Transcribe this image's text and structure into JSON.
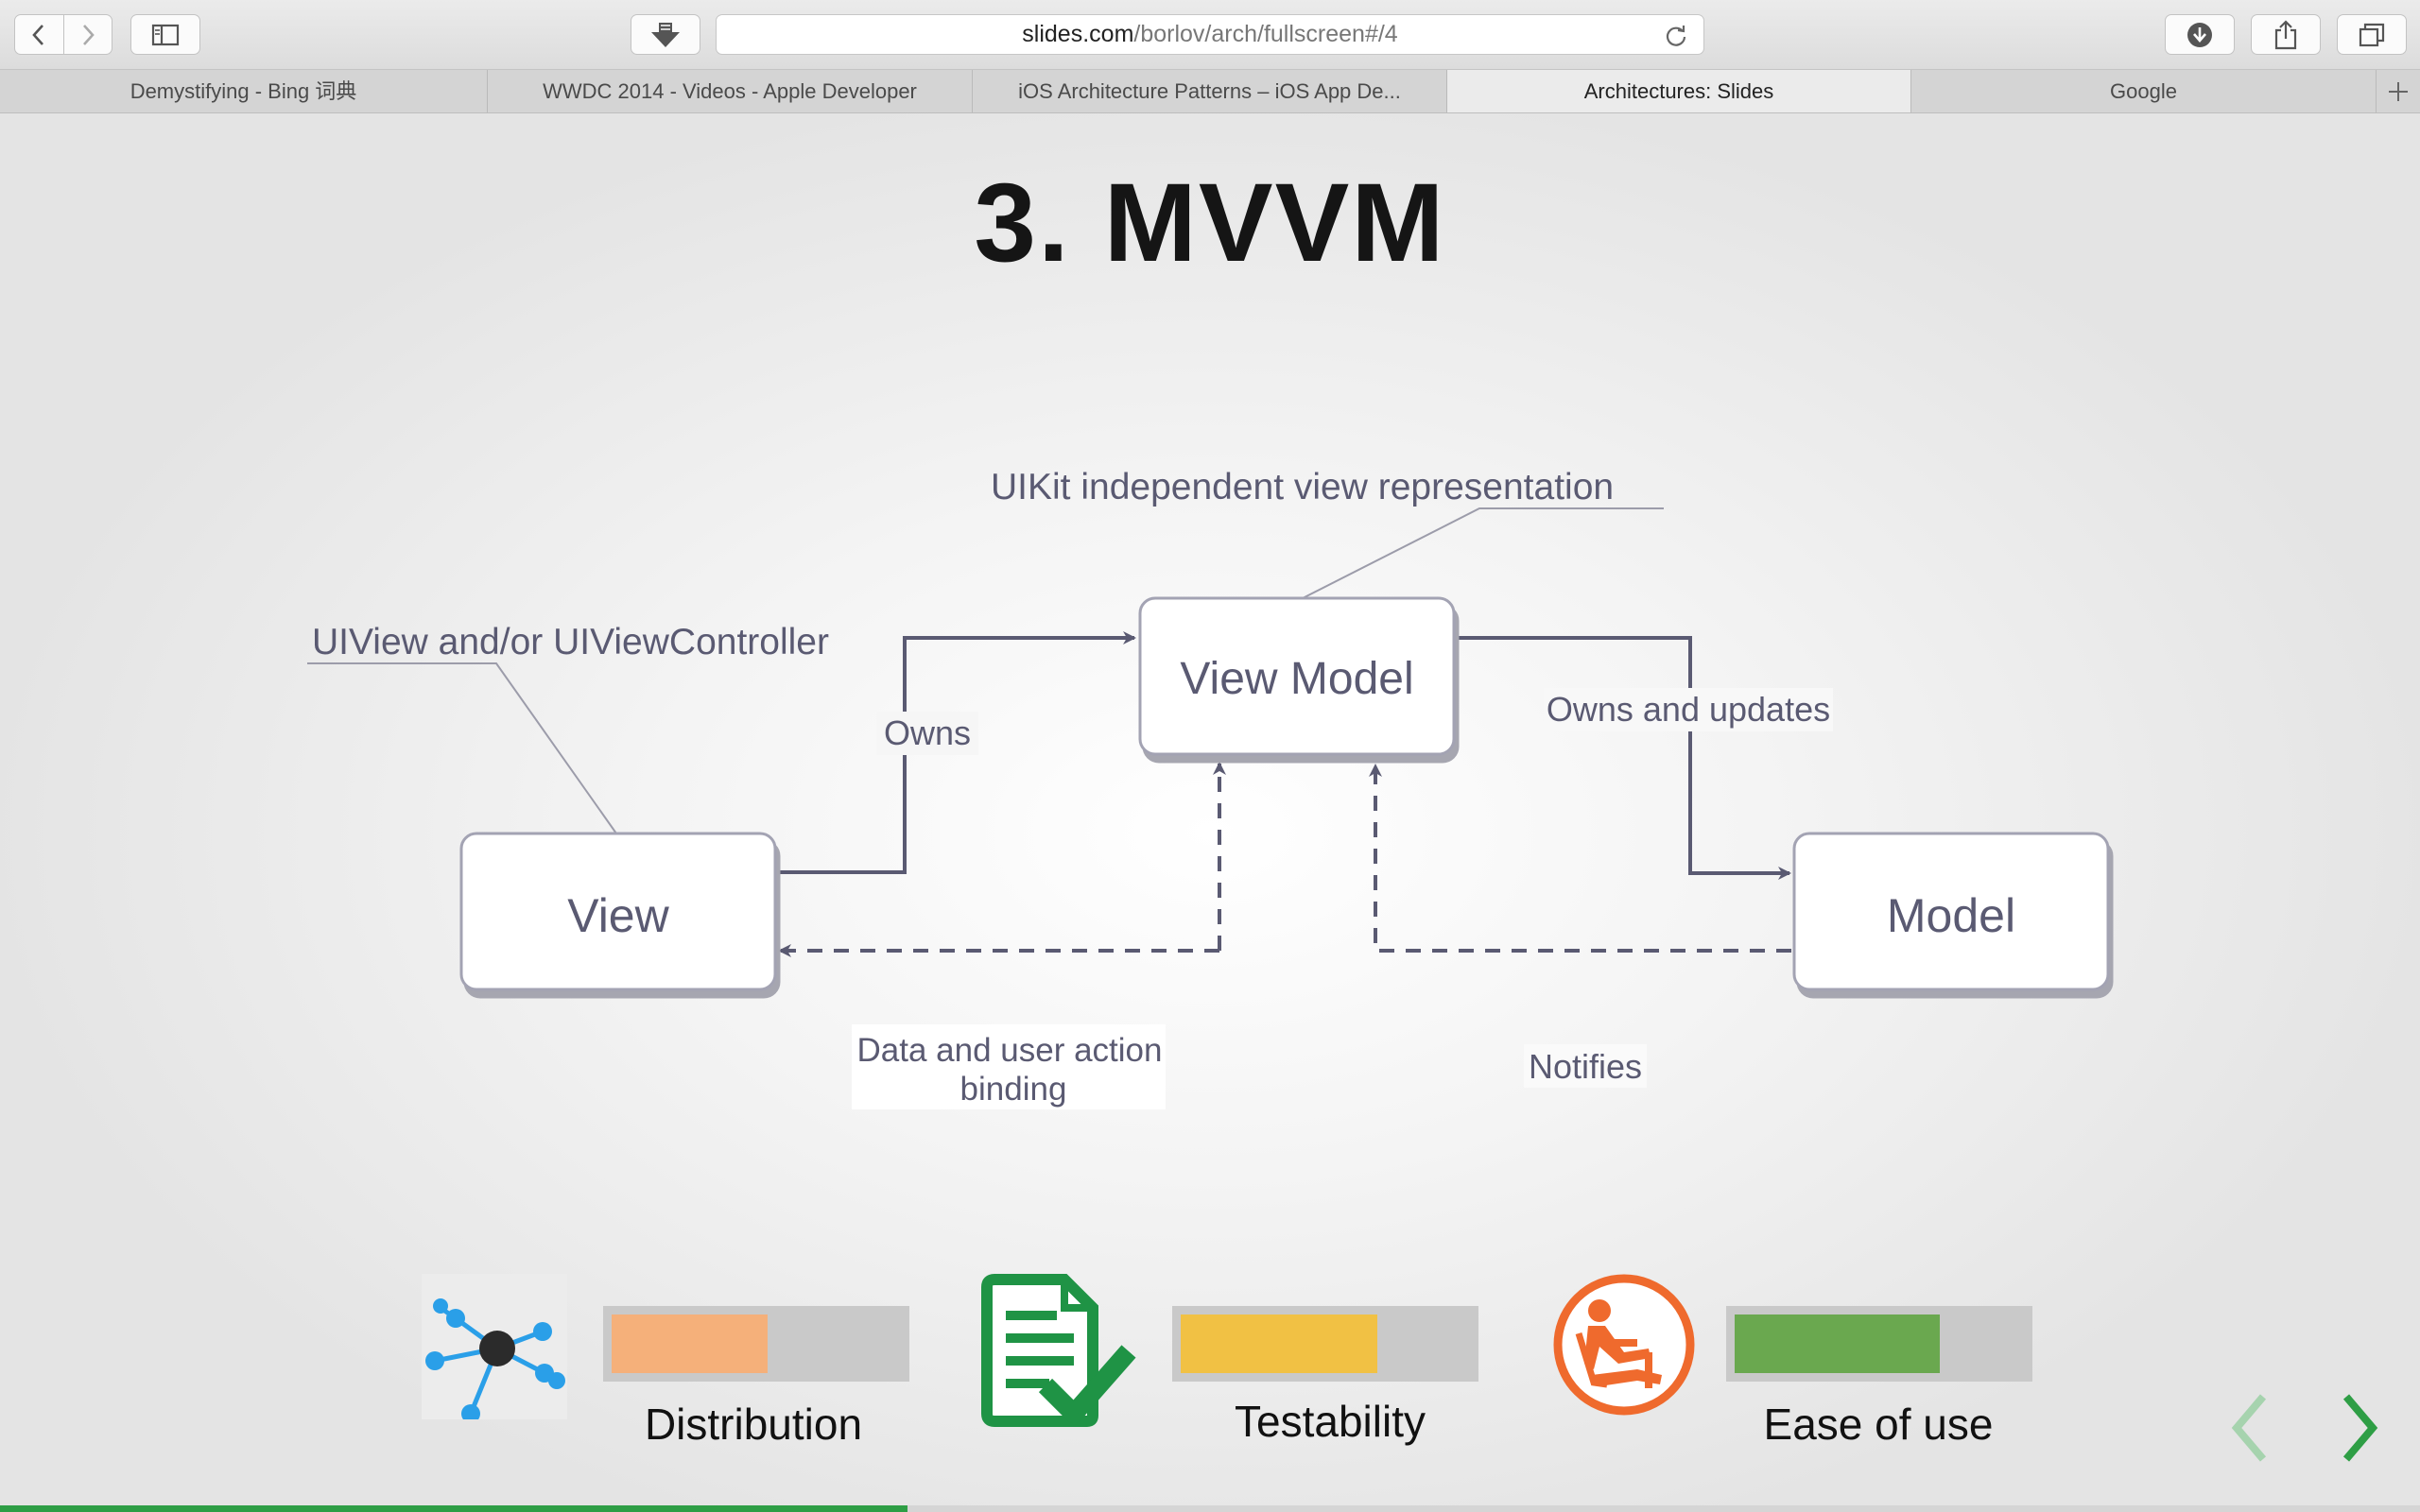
{
  "browser": {
    "url_domain": "slides.com",
    "url_path": "/borlov/arch/fullscreen#/4",
    "tabs": [
      {
        "label": "Demystifying - Bing 词典"
      },
      {
        "label": "WWDC 2014 - Videos - Apple Developer"
      },
      {
        "label": "iOS Architecture Patterns – iOS App De..."
      },
      {
        "label": "Architectures: Slides"
      },
      {
        "label": "Google"
      }
    ],
    "active_tab": "Architectures: Slides",
    "icons": [
      "back-icon",
      "forward-icon",
      "sidebar-icon",
      "reader-download-icon",
      "reload-icon",
      "download-icon",
      "share-icon",
      "tabs-overview-icon",
      "new-tab-icon"
    ]
  },
  "slide": {
    "title": "3. MVVM",
    "diagram": {
      "nodes": {
        "view": "View",
        "view_model": "View Model",
        "model": "Model"
      },
      "annotations": {
        "uiview": "UIView and/or UIViewController",
        "uikit": "UIKit independent view representation"
      },
      "edges": {
        "owns": "Owns",
        "owns_updates": "Owns and updates",
        "binding_line1": "Data and user action",
        "binding_line2": "binding",
        "notifies": "Notifies"
      }
    },
    "metrics": [
      {
        "label": "Distribution",
        "icon": "network-icon",
        "level": 0.54,
        "color": "#f5b07a"
      },
      {
        "label": "Testability",
        "icon": "checklist-icon",
        "level": 0.68,
        "color": "#f1c144"
      },
      {
        "label": "Ease of use",
        "icon": "relaxed-person-icon",
        "level": 0.71,
        "color": "#6aa84f"
      }
    ],
    "progress": 0.375
  }
}
